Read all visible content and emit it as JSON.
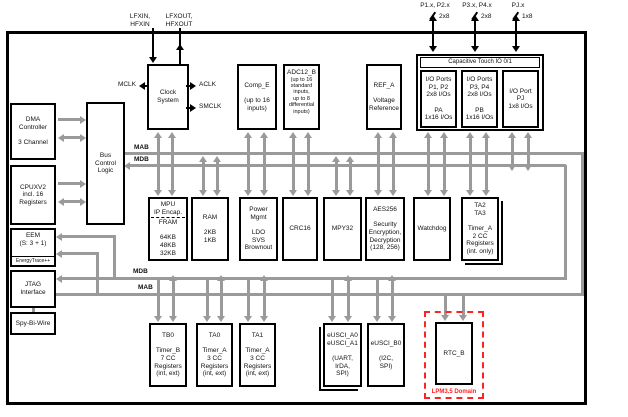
{
  "pins": {
    "lfxin": [
      "LFXIN,",
      "HFXIN"
    ],
    "lfxout": [
      "LFXOUT,",
      "HFXOUT"
    ],
    "p1p2": "P1.x, P2.x",
    "p1p2_bus": "2x8",
    "p3p4": "P3.x, P4.x",
    "p3p4_bus": "2x8",
    "pj": "PJ.x",
    "pj_bus": "1x8",
    "mclk": "MCLK",
    "aclk": "ACLK",
    "smclk": "SMCLK"
  },
  "buses": {
    "mab_upper": "MAB",
    "mdb_upper": "MDB",
    "mdb_lower": "MDB",
    "mab_lower": "MAB"
  },
  "blocks": {
    "clock": [
      "Clock",
      "System"
    ],
    "comp": [
      "Comp_E",
      "",
      "(up to 16",
      "inputs)"
    ],
    "adc_title": "ADC12_B",
    "adc_sub": [
      "(up to 16",
      "standard",
      "inputs,",
      "up to 8",
      "differential",
      "inputs)"
    ],
    "ref": [
      "REF_A",
      "",
      "Voltage",
      "Reference"
    ],
    "cap_touch": "Capacitive Touch IO 0/1",
    "io_p1p2": [
      "I/O Ports",
      "P1, P2",
      "2x8 I/Os",
      "",
      "PA",
      "1x16 I/Os"
    ],
    "io_p3p4": [
      "I/O Ports",
      "P3, P4",
      "2x8 I/Os",
      "",
      "PB",
      "1x16 I/Os"
    ],
    "io_pj": [
      "I/O Port",
      "PJ",
      "1x8 I/Os"
    ],
    "dma": [
      "DMA",
      "Controller",
      "",
      "3 Channel"
    ],
    "bus_control": [
      "Bus",
      "Control",
      "Logic"
    ],
    "cpu": [
      "CPUXV2",
      "incl. 16",
      "Registers"
    ],
    "eem": [
      "EEM",
      "(S: 3 + 1)"
    ],
    "energytrace": "EnergyTrace++",
    "jtag": [
      "JTAG",
      "Interface"
    ],
    "spybiwire": "Spy-Bi-Wire",
    "mpu_top": [
      "MPU",
      "IP Encap."
    ],
    "mpu_bottom": [
      "FRAM",
      "",
      "64KB",
      "48KB",
      "32KB"
    ],
    "ram": [
      "RAM",
      "",
      "2KB",
      "1KB"
    ],
    "pmm": [
      "Power",
      "Mgmt",
      "",
      "LDO",
      "SVS",
      "Brownout"
    ],
    "crc": "CRC16",
    "mpy": "MPY32",
    "aes": [
      "AES256",
      "",
      "Security",
      "Encryption,",
      "Decryption",
      "(128, 256)"
    ],
    "watchdog": "Watchdog",
    "ta2ta3": [
      "TA2",
      "TA3",
      "",
      "Timer_A",
      "2 CC",
      "Registers",
      "(int. only)"
    ],
    "tb0": [
      "TB0",
      "",
      "Timer_B",
      "7 CC",
      "Registers",
      "(int, ext)"
    ],
    "ta0": [
      "TA0",
      "",
      "Timer_A",
      "3 CC",
      "Registers",
      "(int, ext)"
    ],
    "ta1": [
      "TA1",
      "",
      "Timer_A",
      "3 CC",
      "Registers",
      "(int, ext)"
    ],
    "usci_a": [
      "eUSCI_A0",
      "eUSCI_A1",
      "",
      "(UART,",
      "IrDA,",
      "SPI)"
    ],
    "usci_b": [
      "eUSCI_B0",
      "",
      "(I2C,",
      "SPI)"
    ],
    "rtc": "RTC_B",
    "lpm_domain": "LPM3.5 Domain"
  },
  "colors": {
    "bus_gray": "#9a9a9a",
    "block_border": "#000000",
    "lpm_red": "#ff2222"
  }
}
